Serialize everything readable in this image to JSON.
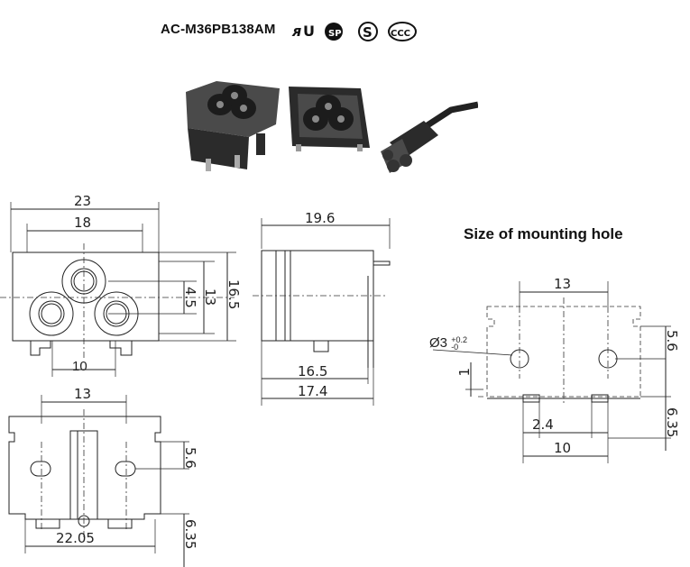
{
  "header": {
    "model": "AC-M36PB138AM",
    "marks": [
      "ul-recognized-icon",
      "csa-icon",
      "semko-s-icon",
      "ccc-icon"
    ]
  },
  "mounting": {
    "title": "Size of mounting hole",
    "dims": {
      "spacing": "13",
      "hole_height": "5.6",
      "hole_diameter": "Ø3",
      "tol_plus": "+0.2",
      "tol_minus": "-0",
      "offset": "1",
      "pin_width": "2.4",
      "pin_spacing": "10",
      "pin_length": "6.35"
    }
  },
  "front_view": {
    "dims": {
      "overall_width": "23",
      "body_width": "18",
      "center_offset": "4.5",
      "inner_height": "13",
      "overall_height": "16.5",
      "pin_spacing": "10"
    }
  },
  "side_view": {
    "dims": {
      "overall_depth": "19.6",
      "body_depth": "16.5",
      "total_depth": "17.4"
    }
  },
  "bottom_view": {
    "dims": {
      "pin_spacing": "13",
      "hole_height": "5.6",
      "width": "22.05",
      "pin_length": "6.35"
    }
  }
}
